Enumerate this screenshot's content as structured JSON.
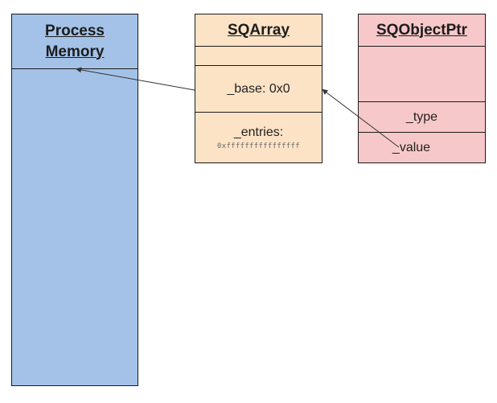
{
  "colors": {
    "process_memory_fill": "#a4c2e8",
    "sqarray_fill": "#fde3c6",
    "sqobjectptr_fill": "#f7c8ca",
    "border": "#1a1a1a"
  },
  "process_memory": {
    "title": "Process\nMemory"
  },
  "sqarray": {
    "title": "SQArray",
    "base_field": "_base: 0x0",
    "entries_field": "_entries:",
    "entries_value": "0xffffffffffffffff"
  },
  "sqobjectptr": {
    "title": "SQObjectPtr",
    "type_field": "_type",
    "value_field": "_value"
  }
}
